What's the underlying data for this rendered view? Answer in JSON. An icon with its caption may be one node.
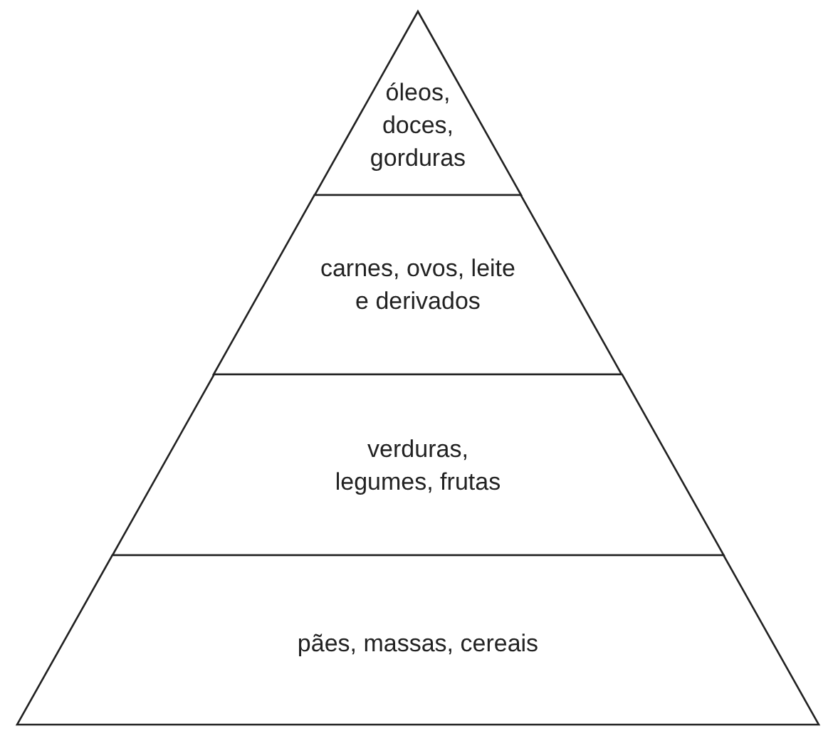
{
  "diagram": {
    "nodes": [
      {
        "text": [
          "óleos, doces, gorduras"
        ]
      },
      {
        "text": [
          "carnes, ovos, leite e derivados"
        ]
      },
      {
        "text": [
          "verduras, legumes, frutas"
        ]
      },
      {
        "text": [
          "pães, massas, cereais"
        ]
      }
    ]
  }
}
